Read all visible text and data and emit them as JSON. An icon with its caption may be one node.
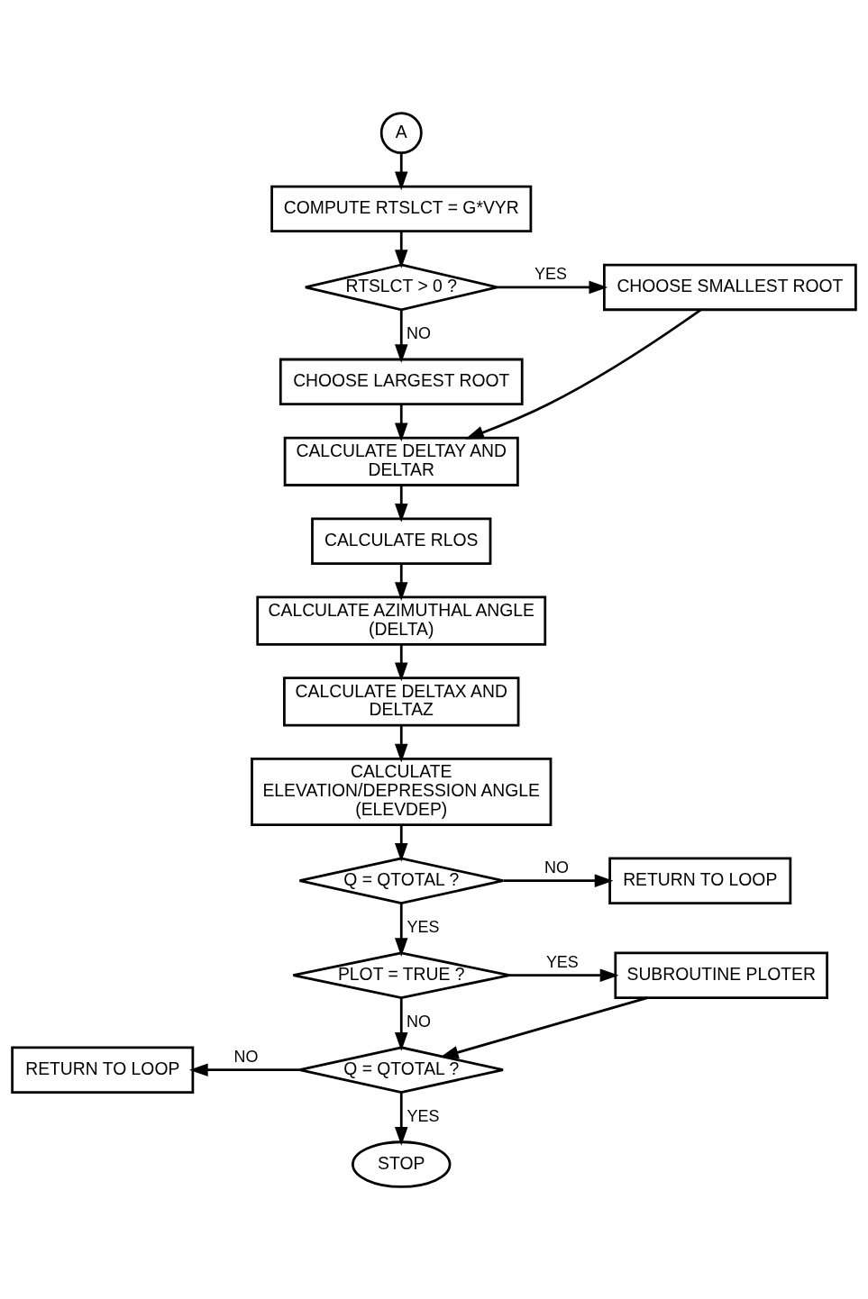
{
  "diagram": {
    "nodes": [
      {
        "text": [
          "A"
        ]
      },
      {
        "text": [
          "COMPUTE RTSLCT = G*VYR"
        ]
      },
      {
        "text": [
          "RTSLCT > 0 ?"
        ]
      },
      {
        "text": [
          "CHOOSE SMALLEST ROOT"
        ]
      },
      {
        "text": [
          "CHOOSE LARGEST ROOT"
        ]
      },
      {
        "text": [
          "CALCULATE DELTAY AND DELTAR"
        ]
      },
      {
        "text": [
          "CALCULATE RLOS"
        ]
      },
      {
        "text": [
          "CALCULATE AZIMUTHAL ANGLE (DELTA)"
        ]
      },
      {
        "text": [
          "CALCULATE DELTAX AND DELTAZ"
        ]
      },
      {
        "text": [
          "CALCULATE  ELEVATION/DEPRESSION ANGLE (ELEVDEP)"
        ]
      },
      {
        "text": [
          "Q = QTOTAL ?"
        ]
      },
      {
        "text": [
          "RETURN TO LOOP"
        ]
      },
      {
        "text": [
          "PLOT = TRUE ?"
        ]
      },
      {
        "text": [
          "SUBROUTINE PLOTER"
        ]
      },
      {
        "text": [
          "RETURN TO LOOP"
        ]
      },
      {
        "text": [
          "Q = QTOTAL ?"
        ]
      },
      {
        "text": [
          "STOP"
        ]
      }
    ],
    "edges": [
      {
        "from": 0,
        "to": 1,
        "arrow": "to"
      },
      {
        "from": 1,
        "to": 2,
        "arrow": "to"
      },
      {
        "from": 2,
        "to": 3,
        "arrow": "to",
        "label": "YES"
      },
      {
        "from": 2,
        "to": 4,
        "arrow": "to",
        "label": "NO"
      },
      {
        "from": 4,
        "to": 5,
        "arrow": "to"
      },
      {
        "from": 3,
        "to": 5,
        "arrow": "to"
      },
      {
        "from": 5,
        "to": 6,
        "arrow": "to"
      },
      {
        "from": 6,
        "to": 7,
        "arrow": "to"
      },
      {
        "from": 7,
        "to": 8,
        "arrow": "to"
      },
      {
        "from": 8,
        "to": 9,
        "arrow": "to"
      },
      {
        "from": 9,
        "to": 10,
        "arrow": "to"
      },
      {
        "from": 10,
        "to": 11,
        "arrow": "to",
        "label": "NO"
      },
      {
        "from": 10,
        "to": 12,
        "arrow": "to",
        "label": "YES"
      },
      {
        "from": 12,
        "to": 13,
        "arrow": "to",
        "label": "YES"
      },
      {
        "from": 12,
        "to": 15,
        "arrow": "to",
        "label": "NO"
      },
      {
        "from": 13,
        "to": 15,
        "arrow": "to"
      },
      {
        "from": 15,
        "to": 14,
        "arrow": "to",
        "label": "NO"
      },
      {
        "from": 15,
        "to": 16,
        "arrow": "to",
        "label": "YES"
      }
    ]
  }
}
